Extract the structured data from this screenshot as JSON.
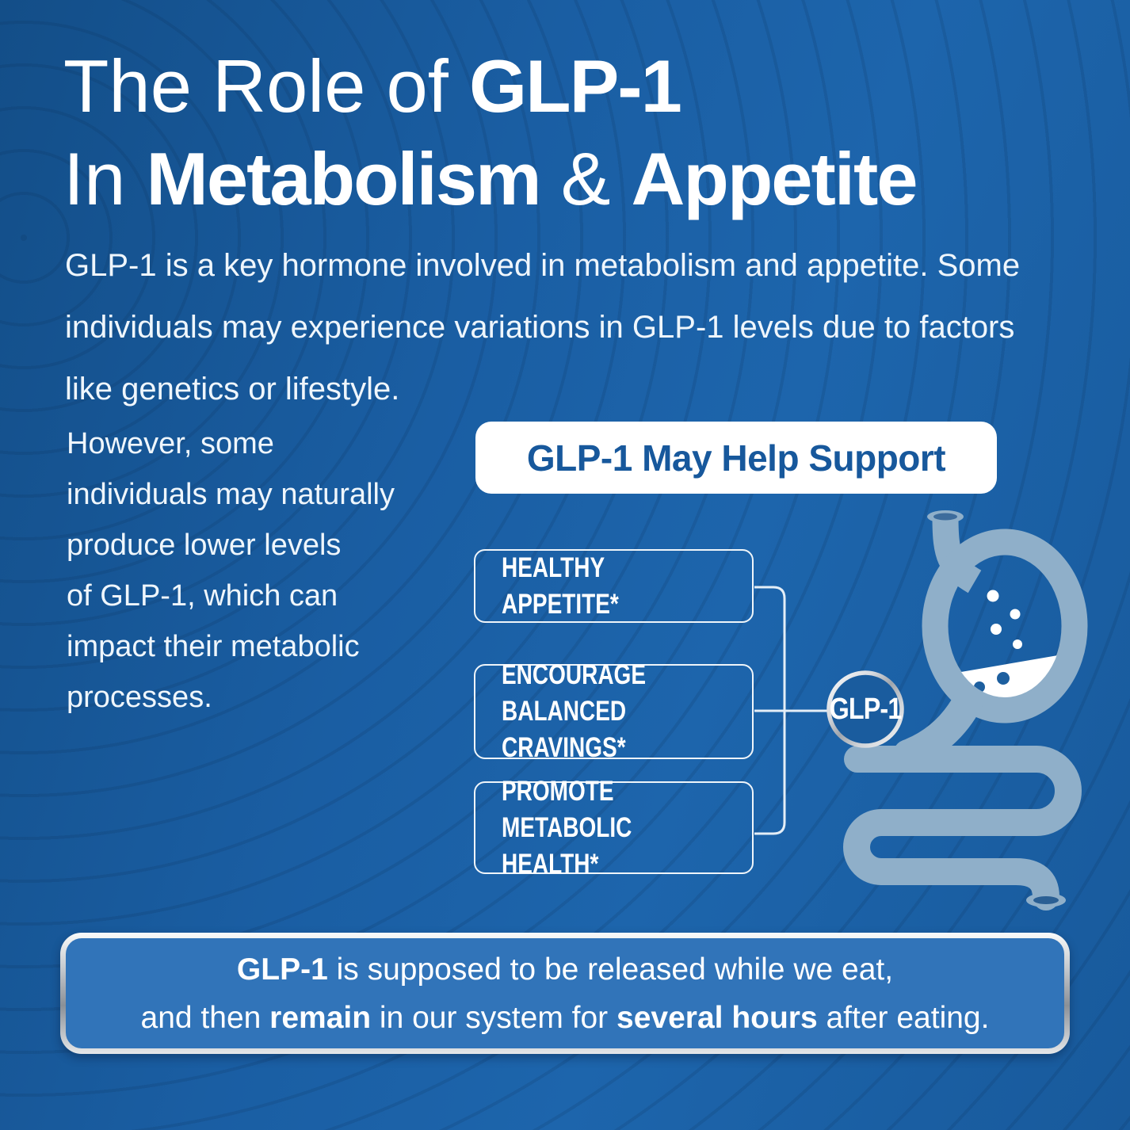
{
  "colors": {
    "background_blue": "#1A5C9E",
    "illustration_blue": "#8FAFC9",
    "footer_panel_blue": "#3174B9",
    "heading_blue": "#17589C",
    "text_white": "#FFFFFF",
    "silver_border": "#C4C8CD"
  },
  "title": {
    "line1_light": "The Role of ",
    "line1_bold": "GLP-1",
    "line2_light": "In ",
    "line2_bold1": "Metabolism",
    "line2_amp": " & ",
    "line2_bold2": "Appetite"
  },
  "intro_lines": [
    "GLP-1 is a key hormone involved in metabolism and appetite. Some",
    "individuals may experience variations in GLP-1 levels due to factors",
    "like genetics or lifestyle."
  ],
  "side_note_lines": [
    "However, some",
    "individuals may naturally",
    "produce lower levels",
    "of GLP-1, which can",
    "impact their metabolic",
    "processes."
  ],
  "support": {
    "heading": "GLP-1 May Help Support",
    "items": [
      {
        "label": "HEALTHY APPETITE*"
      },
      {
        "label": "ENCOURAGE BALANCED CRAVINGS*"
      },
      {
        "label": "PROMOTE METABOLIC HEALTH*"
      }
    ],
    "node_label": "GLP-1"
  },
  "footer": {
    "line1_bold": "GLP-1",
    "line1_rest": " is supposed to be released while we eat,",
    "line2_pre": "and then ",
    "line2_bold1": "remain",
    "line2_mid": " in our system for ",
    "line2_bold2": "several hours",
    "line2_post": " after eating."
  }
}
